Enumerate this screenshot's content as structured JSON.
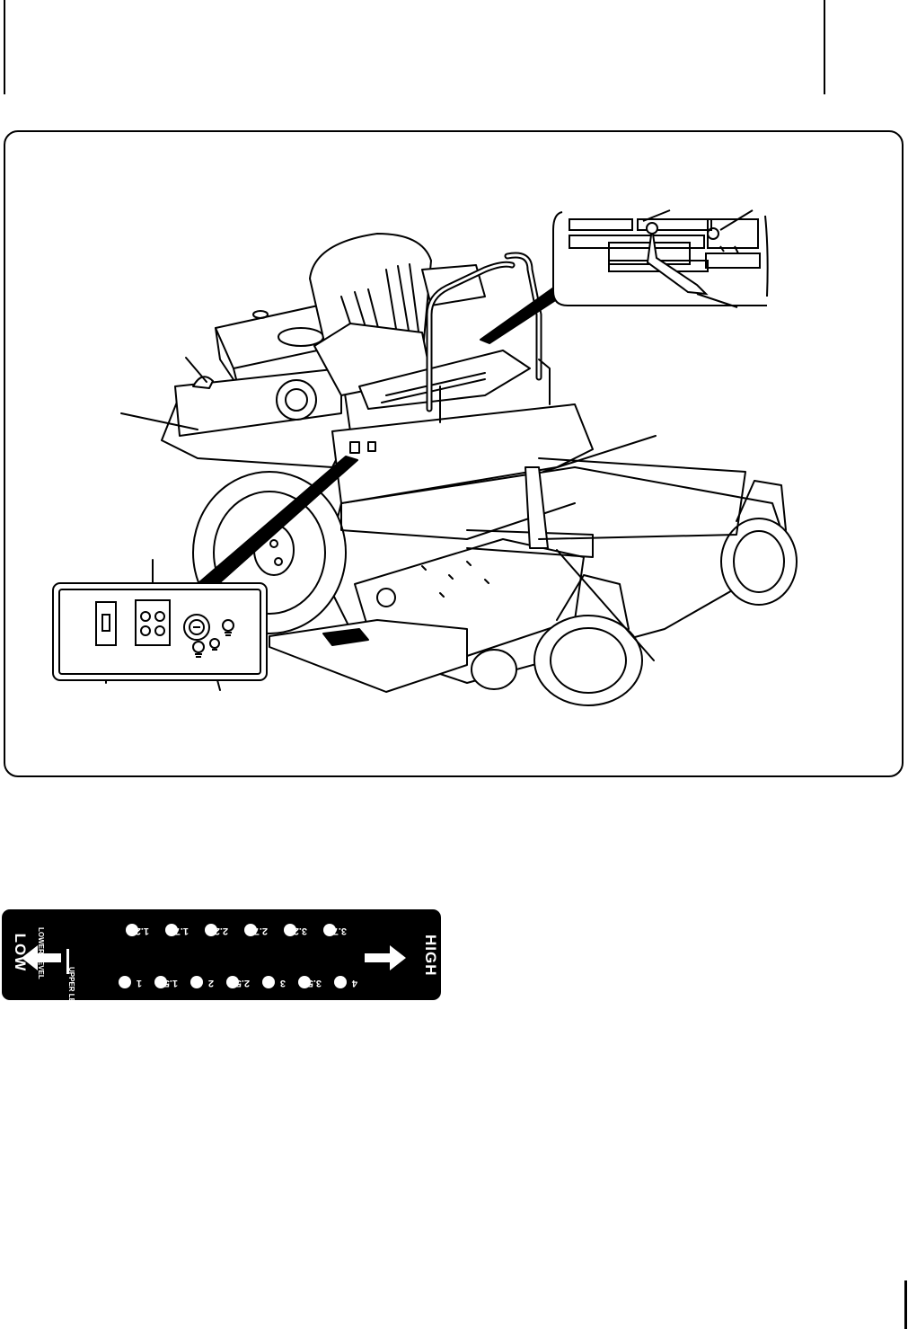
{
  "colors": {
    "ink": "#000000",
    "paper": "#ffffff"
  },
  "figure": {
    "icons": [
      "mower-illustration-icon",
      "control-panel-inset-icon",
      "lever-decal-inset-icon"
    ]
  },
  "height_scale": {
    "low_label": "LOW",
    "high_label": "HIGH",
    "lower_level_label": "LOWER LEVEL",
    "upper_level_label": "UPPER LEVEL",
    "lower_values": [
      "1.25",
      "1.75",
      "2.25",
      "2.75",
      "3.25",
      "3.75"
    ],
    "upper_values": [
      "1",
      "1.5",
      "2",
      "2.5",
      "3",
      "3.5",
      "4"
    ]
  }
}
